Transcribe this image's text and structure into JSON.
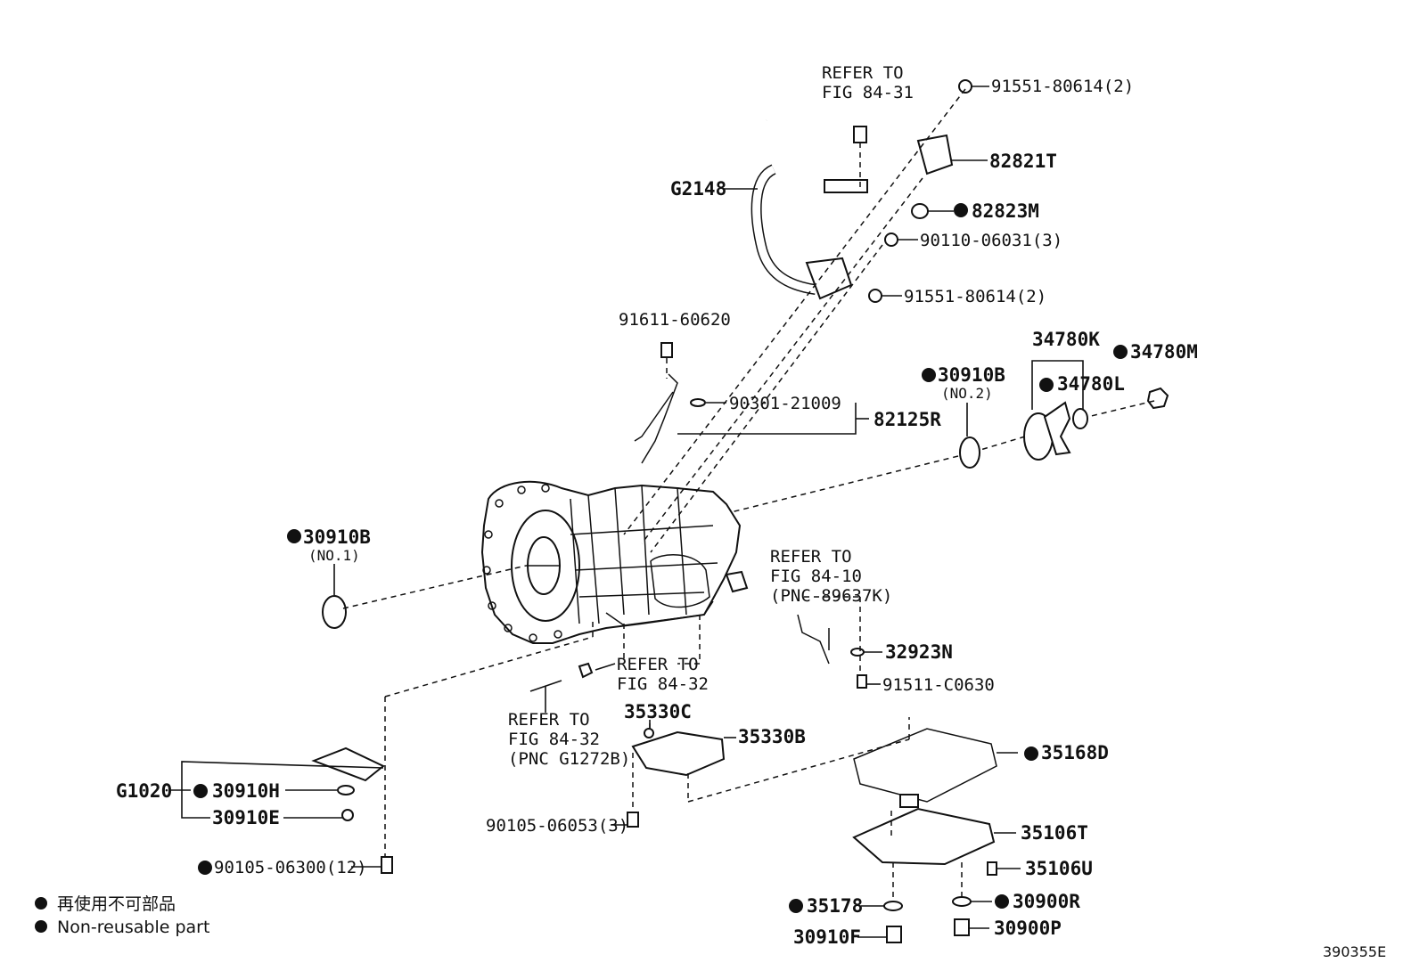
{
  "labels": {
    "p91551a": "91551-80614(2)",
    "refer3131a": "REFER TO",
    "refer3131b": "FIG 84-31",
    "p82821t": "82821T",
    "p82823m": "82823M",
    "pg2148": "G2148",
    "p90110": "90110-06031(3)",
    "p91551b": "91551-80614(2)",
    "p91611": "91611-60620",
    "p34780k": "34780K",
    "p34780m": "34780M",
    "p30910b2": "30910B",
    "no2": "(NO.2)",
    "p34780l": "34780L",
    "p90301": "90301-21009",
    "p82125r": "82125R",
    "p30910b1": "30910B",
    "no1": "(NO.1)",
    "refer10a": "REFER TO",
    "refer10b": "FIG 84-10",
    "refer10c": "(PNC 89637K)",
    "p32923n": "32923N",
    "refer32a": "REFER TO",
    "refer32b": "FIG 84-32",
    "p91511": "91511-C0630",
    "p35330c": "35330C",
    "refer32c": "REFER TO",
    "refer32d": "FIG 84-32",
    "refer32e": "(PNC G1272B)",
    "p35330b": "35330B",
    "p35168d": "35168D",
    "pg1020": "G1020",
    "p30910h": "30910H",
    "p30910e": "30910E",
    "p90105a": "90105-06053(3)",
    "p35106t": "35106T",
    "p35106u": "35106U",
    "p90105b": "90105-06300(12)",
    "p35178": "35178",
    "p30900r": "30900R",
    "p30910f": "30910F",
    "p30900p": "30900P"
  },
  "legend": {
    "japanese": "再使用不可部品",
    "english": "Non-reusable part"
  },
  "figure_id": "390355E"
}
